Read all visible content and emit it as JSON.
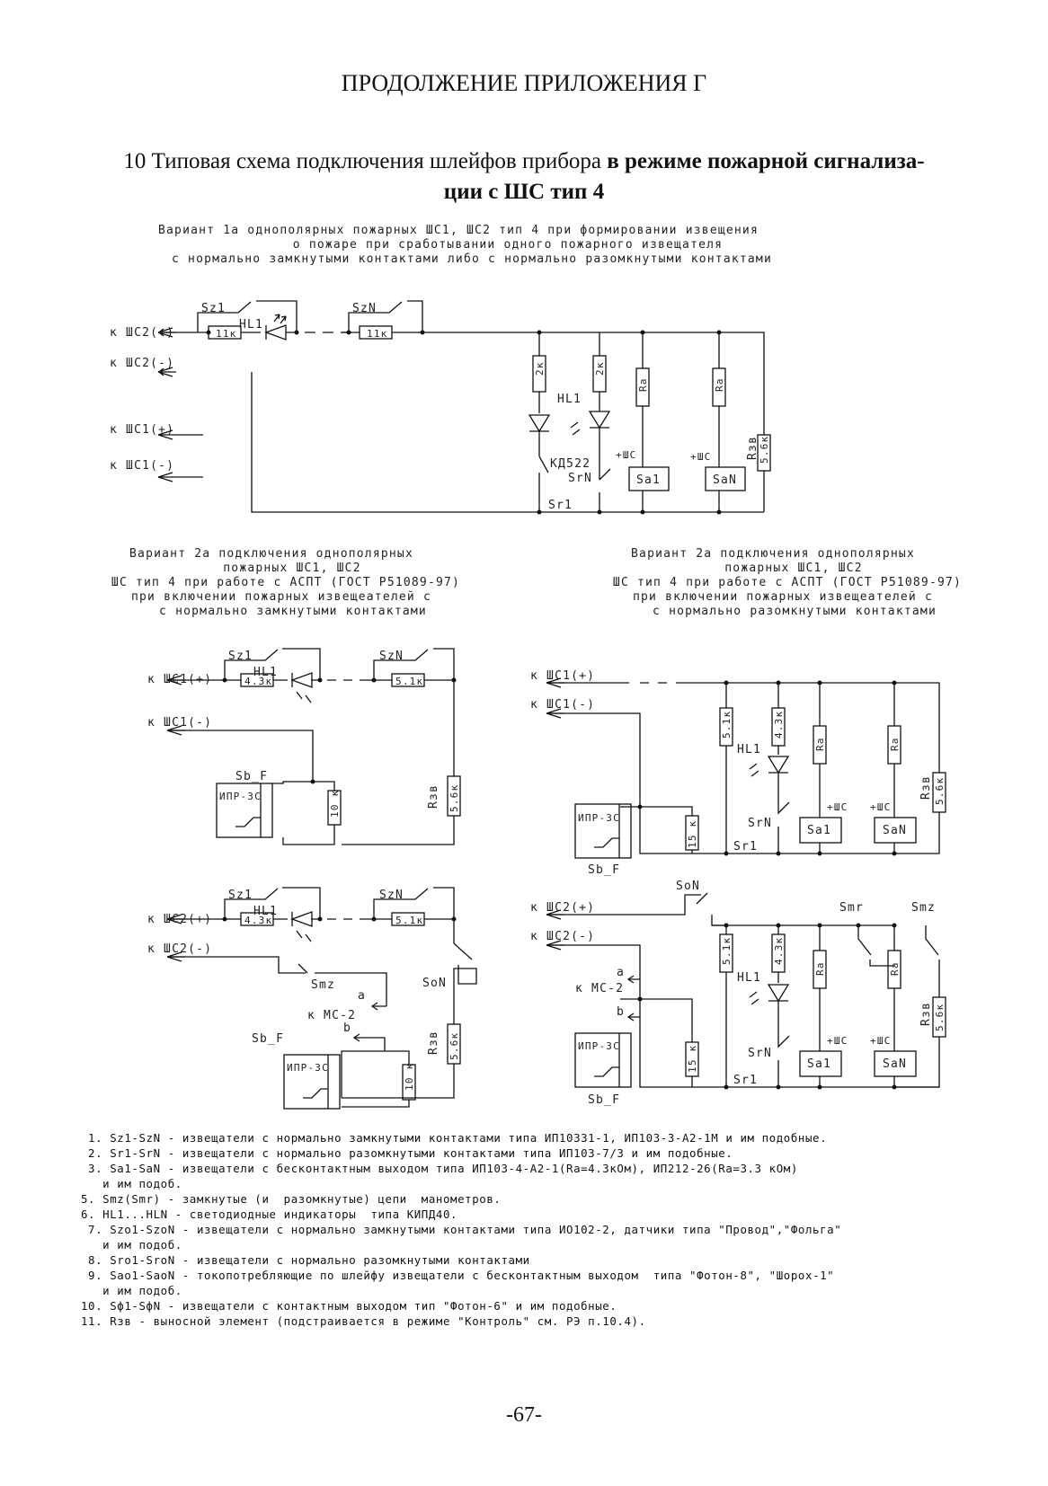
{
  "header": "ПРОДОЛЖЕНИЕ ПРИЛОЖЕНИЯ  Г",
  "title": {
    "normal": "10 Типовая схема подключения шлейфов прибора ",
    "bold1": "в режиме пожарной сигнализа-",
    "bold2": "ции с ШС тип 4"
  },
  "variant1": {
    "caption": [
      "Вариант 1а однополярных пожарных ШС1, ШС2  тип 4 при формировании извещения",
      "о пожаре при сработывании одного пожарного извещателя",
      "с нормально замкнутыми контактами либо с нормально разомкнутыми контактами"
    ],
    "terminals": [
      "к ШС2(+)",
      "к ШС2(-)",
      "к ШС1(+)",
      "к ШС1(-)"
    ],
    "sz1": "Sz1",
    "szn": "SzN",
    "hl1": "HL1",
    "hl1b": "HL1",
    "r11a": "11к",
    "r11b": "11к",
    "r2a": "2к",
    "r2b": "2к",
    "ra1": "Ra",
    "ra2": "Ra",
    "rzv": "Rзв",
    "r56": "5.6к",
    "kd": "КД522",
    "srn": "SrN",
    "sr1": "Sr1",
    "plus1": "+ШС",
    "plus2": "+ШС",
    "sa1": "Sa1",
    "san": "SaN"
  },
  "variant2_nc": {
    "caption": [
      "Вариант 2а подключения однополярных",
      "пожарных ШС1, ШС2",
      "ШС тип 4 при работе с АСПТ (ГОСТ Р51089-97)",
      "при включении пожарных извещеателей с",
      "с нормально замкнутыми контактами"
    ],
    "shc1p": "к ШС1(+)",
    "shc1m": "к ШС1(-)",
    "shc2p": "к ШС2(+)",
    "shc2m": "к ШС2(-)",
    "sz1": "Sz1",
    "szn": "SzN",
    "hl1": "HL1",
    "r43": "4.3к",
    "r51": "5.1к",
    "sz1b": "Sz1",
    "sznb": "SzN",
    "hl1b": "HL1",
    "r43b": "4.3к",
    "r51b": "5.1к",
    "sbf": "Sb_F",
    "ipr": "ИПР-3С",
    "r10": "10 к",
    "rzv": "Rзв",
    "r56": "5.6к",
    "smz": "Smz",
    "son": "SoN",
    "a": "а",
    "mc2": "к МС-2",
    "b": "b",
    "sbf2": "Sb_F",
    "ipr2": "ИПР-3С",
    "r10b": "10 к",
    "rzv2": "Rзв",
    "r56b": "5.6к"
  },
  "variant2_no": {
    "caption": [
      "Вариант 2а подключения однополярных",
      "пожарных ШС1, ШС2",
      "ШС тип 4 при работе с АСПТ (ГОСТ Р51089-97)",
      "при включении пожарных извещеателей с",
      "с нормально разомкнутыми контактами"
    ],
    "shc1p": "к ШС1(+)",
    "shc1m": "к ШС1(-)",
    "shc2p": "к ШС2(+)",
    "shc2m": "к ШС2(-)",
    "r51": "5.1к",
    "r43": "4.3к",
    "hl1": "HL1",
    "ra1": "Ra",
    "ra2": "Ra",
    "rzv": "Rзв",
    "r56": "5.6к",
    "ipr": "ИПР-3С",
    "r15": "15 к",
    "sbf": "Sb_F",
    "srn": "SrN",
    "sr1": "Sr1",
    "plus1": "+ШС",
    "plus2": "+ШС",
    "sa1": "Sa1",
    "san": "SaN",
    "son": "SoN",
    "smr": "Smr",
    "smz": "Smz",
    "r51b": "5.1к",
    "r43b": "4.3к",
    "hl1b": "HL1",
    "ra1b": "Ra",
    "ra2b": "Ra",
    "rzv2": "Rзв",
    "r56b": "5.6к",
    "a": "а",
    "mc2": "к МС-2",
    "b": "b",
    "ipr2": "ИПР-3С",
    "r15b": "15 к",
    "sbf2": "Sb_F",
    "srn2": "SrN",
    "sr1b": "Sr1",
    "plus1b": "+ШС",
    "plus2b": "+ШС",
    "sa1b": "Sa1",
    "sanb": "SaN"
  },
  "notes": [
    " 1. Sz1-SzN - извещатели с нормально замкнутыми контактами типа ИП10331-1, ИП103-3-А2-1М и им подобные.",
    " 2. Sr1-SrN - извещатели с нормально разомкнутыми контактами типа ИП103-7/3 и им подобные.",
    " 3. Sa1-SaN - извещатели с бесконтактным выходом типа ИП103-4-А2-1(Ra=4.3кОм), ИП212-26(Ra=3.3 кОм)",
    "   и им подоб.",
    "5. Smz(Smr) - замкнутые (и  разомкнутые) цепи  манометров.",
    "6. HL1...HLN - светодиодные индикаторы  типа КИПД40.",
    " 7. Szo1-SzoN - извещатели с нормально замкнутыми контактами типа ИО102-2, датчики типа \"Провод\",\"Фольга\"",
    "   и им подоб.",
    " 8. Sro1-SroN - извещатели с нормально разомкнутыми контактами",
    " 9. Sao1-SaoN - токопотребляющие по шлейфу извещатели с бесконтактным выходом  типа \"Фотон-8\", \"Шорох-1\"",
    "   и им подоб.",
    "10. Sф1-SфN - извещатели с контактным выходом тип \"Фотон-6\" и им подобные.",
    "11. Rзв - выносной элемент (подстраивается в режиме \"Контроль\" см. РЭ п.10.4)."
  ],
  "page_number": "-67-"
}
